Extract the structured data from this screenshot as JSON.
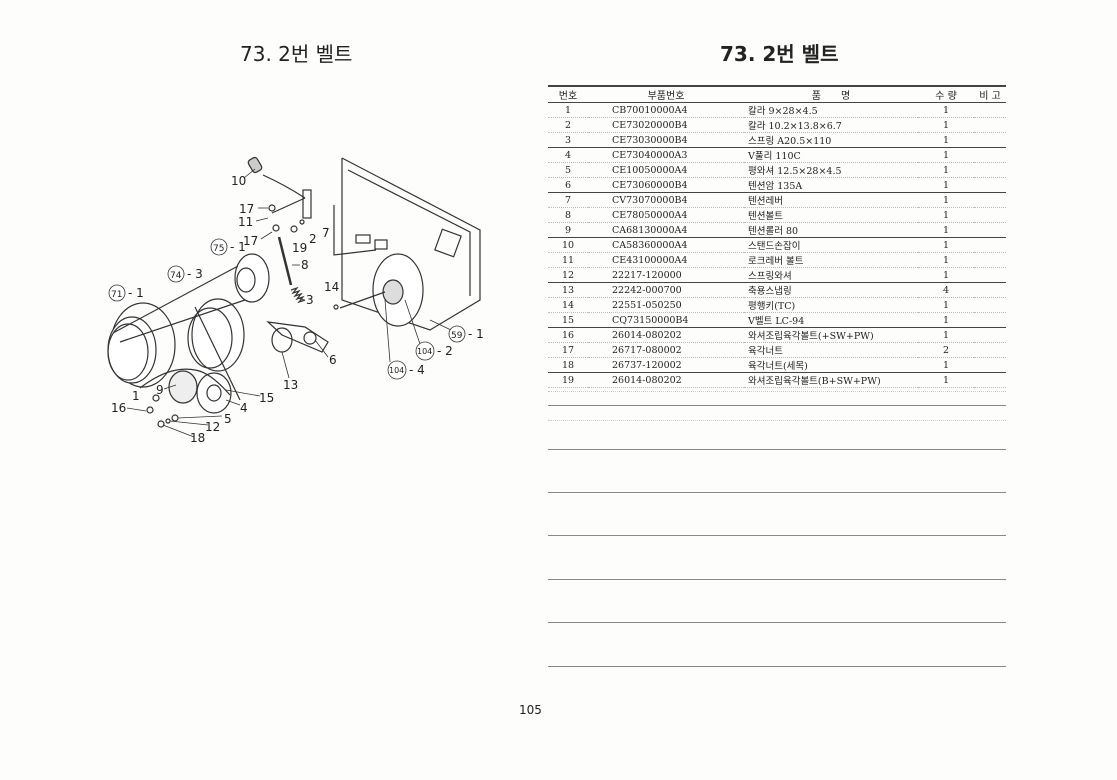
{
  "left_page": {
    "title": "73. 2번 벨트",
    "diagram_labels": {
      "l10": "10",
      "l17a": "17",
      "l11": "11",
      "l17b": "17",
      "l19": "19",
      "l2": "2",
      "l7": "7",
      "c75": "75",
      "s75": "- 1",
      "l8": "8",
      "c74": "74",
      "s74": "- 3",
      "c71": "71",
      "s71": "- 1",
      "l14": "14",
      "l3": "3",
      "c59": "59",
      "s59": "- 1",
      "c104a": "104",
      "s104a": "- 2",
      "l6": "6",
      "c104b": "104",
      "s104b": "- 4",
      "l13": "13",
      "l9": "9",
      "l1": "1",
      "l15": "15",
      "l16": "16",
      "l4": "4",
      "l5": "5",
      "l12": "12",
      "l18": "18"
    }
  },
  "right_page": {
    "title": "73. 2번 벨트",
    "table": {
      "headers": [
        "번호",
        "부품번호",
        "품　　명",
        "수 량",
        "비 고"
      ],
      "rows": [
        {
          "no": "1",
          "part": "CB70010000A4",
          "name": "칼라 9×28×4.5",
          "qty": "1"
        },
        {
          "no": "2",
          "part": "CE73020000B4",
          "name": "칼라 10.2×13.8×6.7",
          "qty": "1"
        },
        {
          "no": "3",
          "part": "CE73030000B4",
          "name": "스프링 A20.5×110",
          "qty": "1"
        },
        {
          "no": "4",
          "part": "CE73040000A3",
          "name": "V풀리 110C",
          "qty": "1"
        },
        {
          "no": "5",
          "part": "CE10050000A4",
          "name": "평와셔 12.5×28×4.5",
          "qty": "1"
        },
        {
          "no": "6",
          "part": "CE73060000B4",
          "name": "텐션암 135A",
          "qty": "1"
        },
        {
          "no": "7",
          "part": "CV73070000B4",
          "name": "텐션레버",
          "qty": "1"
        },
        {
          "no": "8",
          "part": "CE78050000A4",
          "name": "텐션볼트",
          "qty": "1"
        },
        {
          "no": "9",
          "part": "CA68130000A4",
          "name": "텐션롤러 80",
          "qty": "1"
        },
        {
          "no": "10",
          "part": "CA58360000A4",
          "name": "스탠드손잡이",
          "qty": "1"
        },
        {
          "no": "11",
          "part": "CE43100000A4",
          "name": "로크레버 볼트",
          "qty": "1"
        },
        {
          "no": "12",
          "part": "22217-120000",
          "name": "스프링와셔",
          "qty": "1"
        },
        {
          "no": "13",
          "part": "22242-000700",
          "name": "축용스냅링",
          "qty": "4"
        },
        {
          "no": "14",
          "part": "22551-050250",
          "name": "평행키(TC)",
          "qty": "1"
        },
        {
          "no": "15",
          "part": "CQ73150000B4",
          "name": "V벨트 LC-94",
          "qty": "1"
        },
        {
          "no": "16",
          "part": "26014-080202",
          "name": "와셔조립육각볼트(+SW+PW)",
          "qty": "1"
        },
        {
          "no": "17",
          "part": "26717-080002",
          "name": "육각너트",
          "qty": "2"
        },
        {
          "no": "18",
          "part": "26737-120002",
          "name": "육각너트(세목)",
          "qty": "1"
        },
        {
          "no": "19",
          "part": "26014-080202",
          "name": "와셔조립육각볼트(B+SW+PW)",
          "qty": "1"
        }
      ]
    }
  },
  "page_number": "105"
}
